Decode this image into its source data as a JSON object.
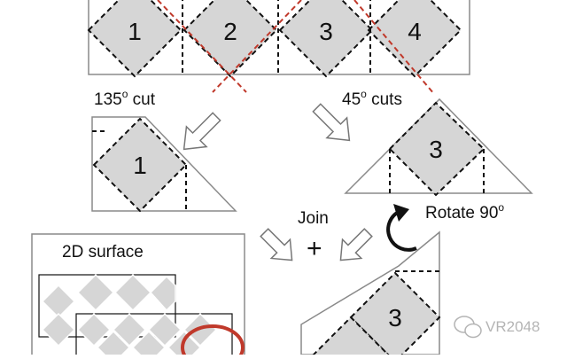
{
  "strip": {
    "tiles": [
      "1",
      "2",
      "3",
      "4"
    ]
  },
  "labels": {
    "cut135": {
      "main": "135",
      "sup": "o",
      "tail": " cut"
    },
    "cut45": {
      "main": "45",
      "sup": "o",
      "tail": " cuts"
    },
    "join": "Join",
    "plus": "+",
    "rotate": {
      "main": "Rotate 90",
      "sup": "o"
    },
    "surface": "2D surface"
  },
  "pieces": {
    "left_tile": "1",
    "right_tile": "3",
    "bottom_tile": "3"
  },
  "watermark": "VR2048",
  "colors": {
    "tile_fill": "#d6d6d6",
    "cut_line": "#c0392b",
    "outline": "#888888",
    "highlight": "#c0392b"
  }
}
